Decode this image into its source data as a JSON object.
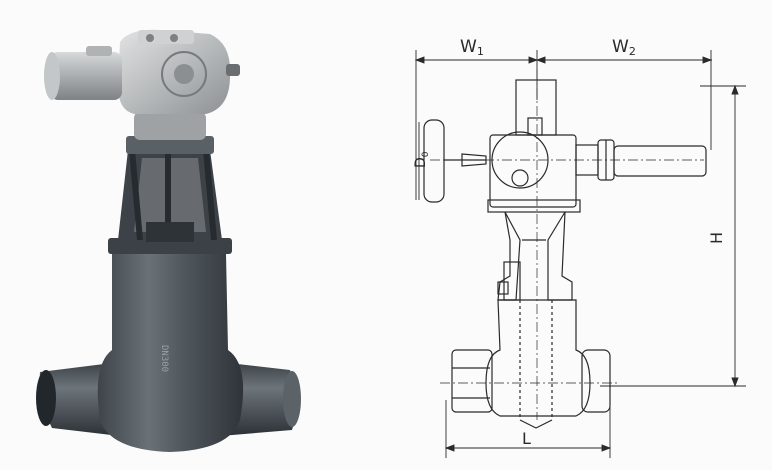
{
  "dimensions": {
    "w1": {
      "main": "W",
      "sub": "1"
    },
    "w2": {
      "main": "W",
      "sub": "2"
    },
    "d0": {
      "main": "D",
      "sub": "0"
    },
    "h": {
      "main": "H"
    },
    "l": {
      "main": "L"
    }
  },
  "photo": {
    "body_marking": "DN300"
  },
  "colors": {
    "background": "#fbfbfb",
    "metal_dark": "#4c5258",
    "metal_mid": "#6f767c",
    "metal_light": "#b9bcbd",
    "line": "#2a2a2a"
  }
}
